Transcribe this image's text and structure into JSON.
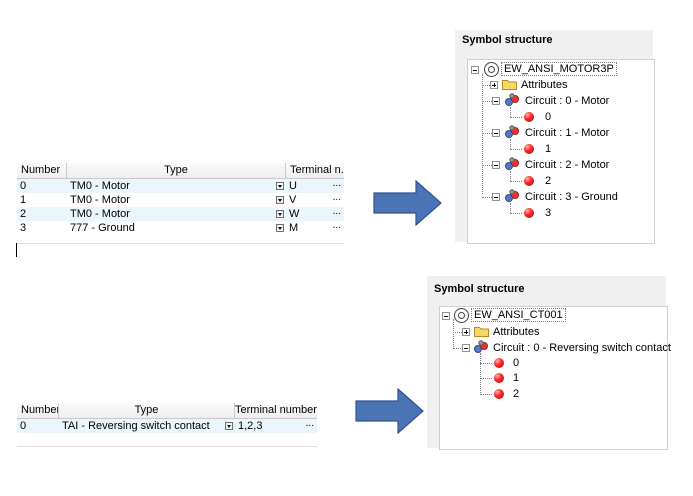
{
  "grid1": {
    "headers": [
      "Number",
      "Type",
      "Terminal n..."
    ],
    "rows": [
      {
        "number": "0",
        "type": "TM0 - Motor",
        "terminal": "U"
      },
      {
        "number": "1",
        "type": "TM0 - Motor",
        "terminal": "V"
      },
      {
        "number": "2",
        "type": "TM0 - Motor",
        "terminal": "W"
      },
      {
        "number": "3",
        "type": "777 - Ground",
        "terminal": "M"
      }
    ],
    "ellipsis": "..."
  },
  "grid2": {
    "headers": [
      "Number",
      "Type",
      "Terminal number"
    ],
    "rows": [
      {
        "number": "0",
        "type": "TAI - Reversing switch contact",
        "terminal": "1,2,3"
      }
    ],
    "ellipsis": "..."
  },
  "panel1": {
    "title": "Symbol structure",
    "root": "EW_ANSI_MOTOR3P",
    "attributes": "Attributes",
    "circuits": [
      {
        "label": "Circuit : 0 - Motor",
        "terminal": "0"
      },
      {
        "label": "Circuit : 1 - Motor",
        "terminal": "1"
      },
      {
        "label": "Circuit : 2 - Motor",
        "terminal": "2"
      },
      {
        "label": "Circuit : 3 - Ground",
        "terminal": "3"
      }
    ]
  },
  "panel2": {
    "title": "Symbol structure",
    "root": "EW_ANSI_CT001",
    "attributes": "Attributes",
    "circuit": "Circuit : 0 - Reversing switch contact",
    "terminals": [
      "0",
      "1",
      "2"
    ]
  },
  "colors": {
    "arrow": "#4a74b5",
    "arrow_border": "#2f548f",
    "row_alt": "#eaf6fc",
    "ball": "#ff2a2a"
  }
}
